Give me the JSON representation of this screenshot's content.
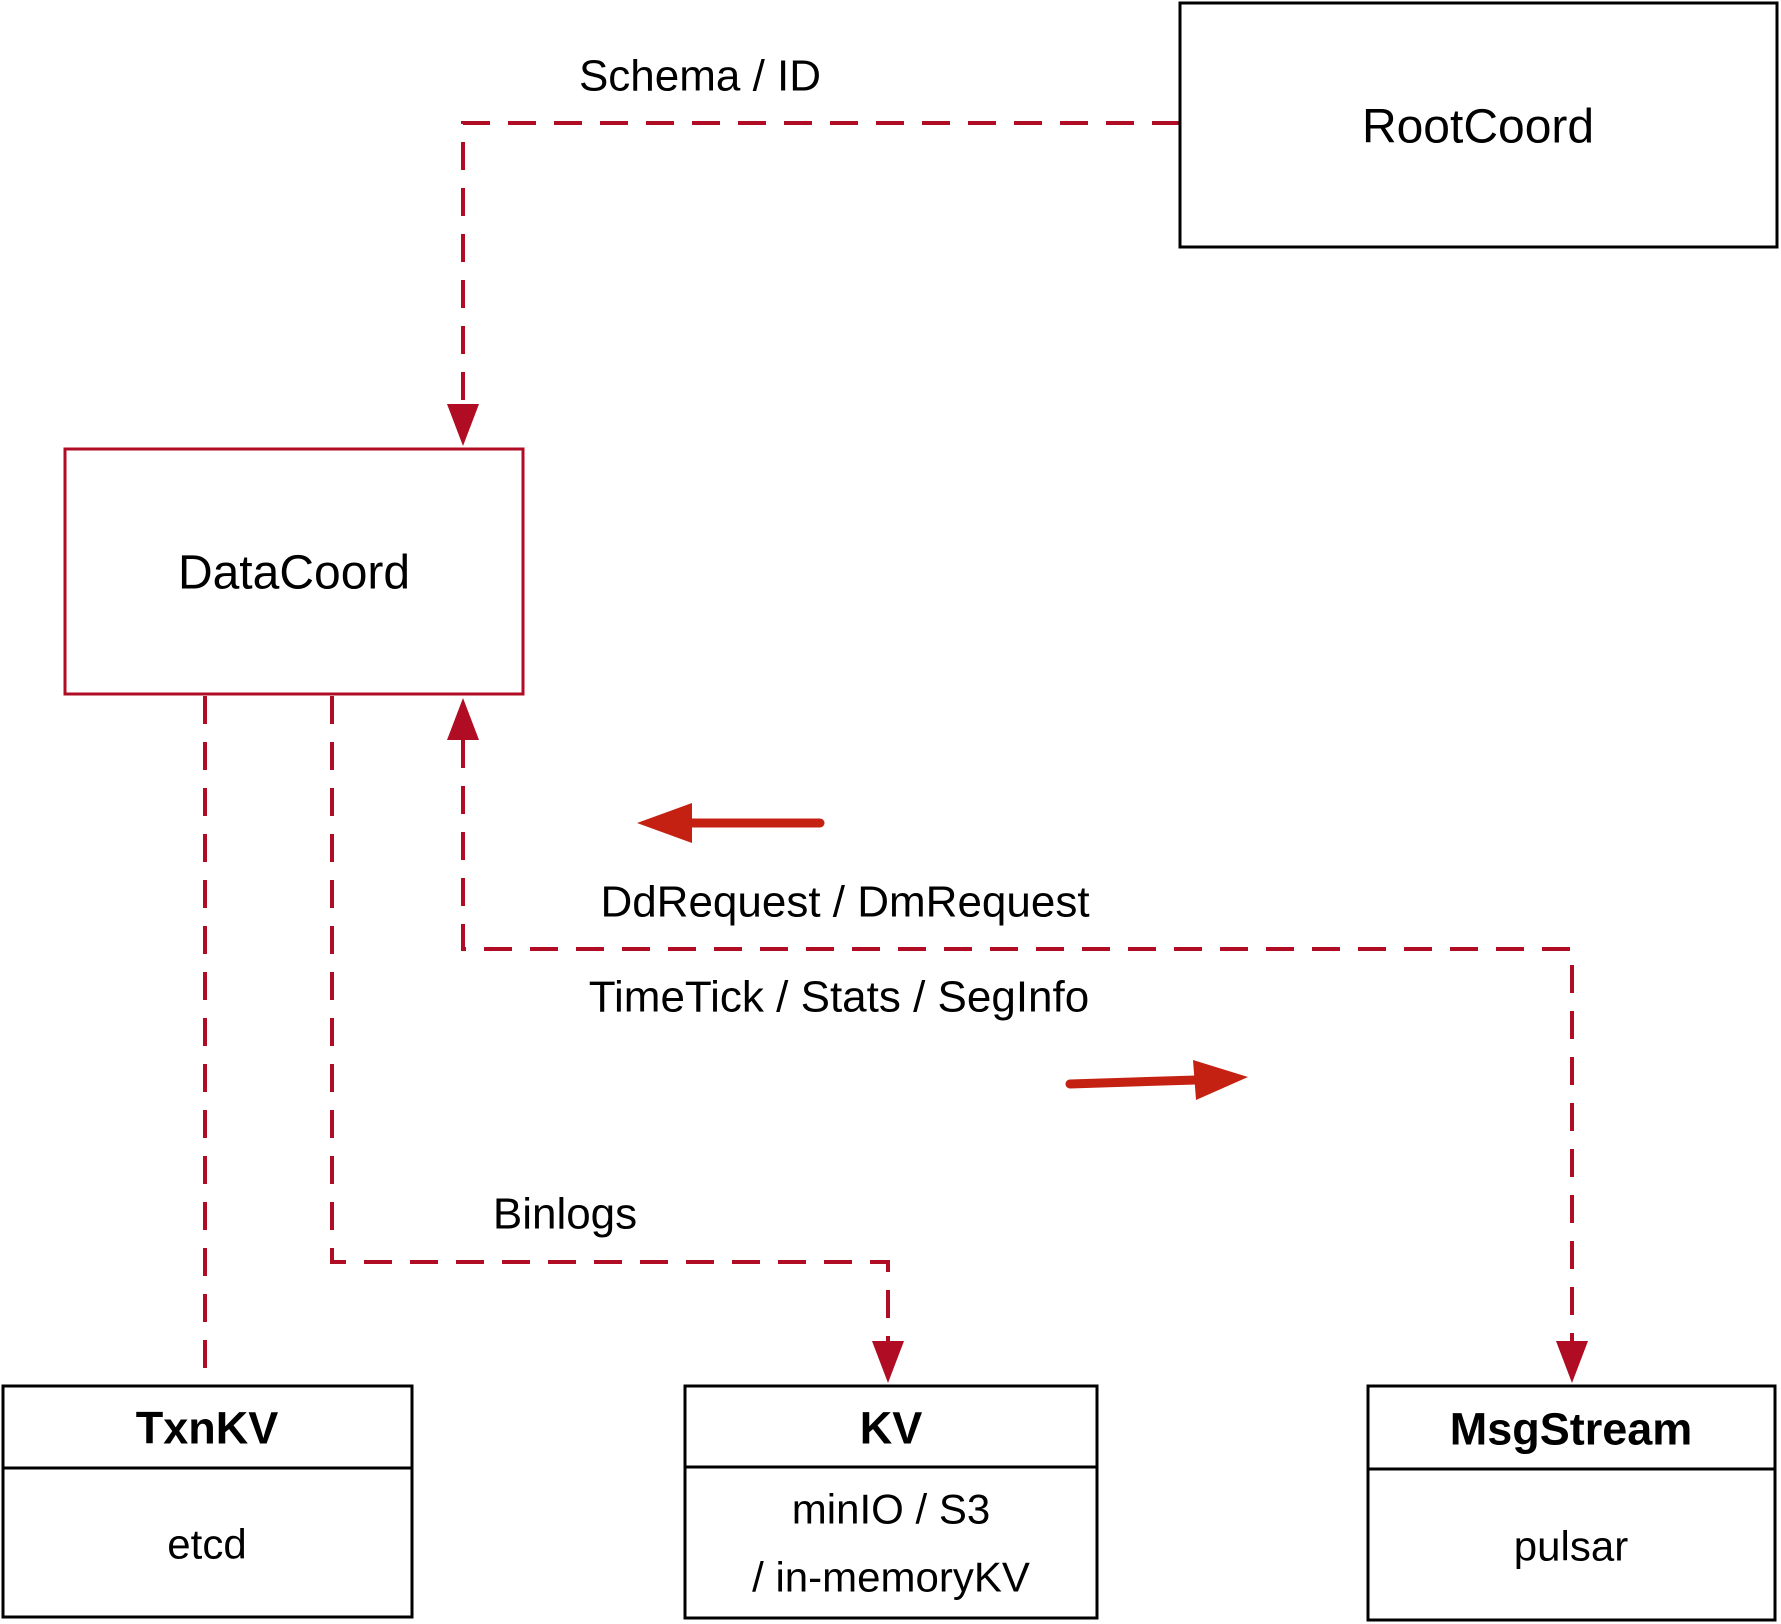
{
  "diagram": {
    "background": "#ffffff",
    "colors": {
      "connector": "#b00c23",
      "flow_arrow": "#c42113",
      "node_border": "#000000",
      "datacoord": "#b00c23"
    },
    "nodes": {
      "rootcoord": {
        "label": "RootCoord"
      },
      "datacoord": {
        "label": "DataCoord"
      },
      "txnkv": {
        "title": "TxnKV",
        "body": "etcd"
      },
      "kv": {
        "title": "KV",
        "body_line1": "minIO / S3",
        "body_line2": "/ in-memoryKV"
      },
      "msgstream": {
        "title": "MsgStream",
        "body": "pulsar"
      }
    },
    "edges": {
      "schema": {
        "label": "Schema / ID",
        "from": "RootCoord",
        "to": "DataCoord",
        "style": "dashed-arrow"
      },
      "requests": {
        "to_datacoord_label": "DdRequest / DmRequest",
        "to_msgstream_label": "TimeTick / Stats / SegInfo",
        "between": [
          "DataCoord",
          "MsgStream"
        ],
        "style": "dashed-double-arrow"
      },
      "txnkv": {
        "label": "",
        "from": "DataCoord",
        "to": "TxnKV",
        "style": "dashed"
      },
      "binlogs": {
        "label": "Binlogs",
        "from": "DataCoord",
        "to": "KV",
        "style": "dashed-arrow"
      }
    }
  }
}
